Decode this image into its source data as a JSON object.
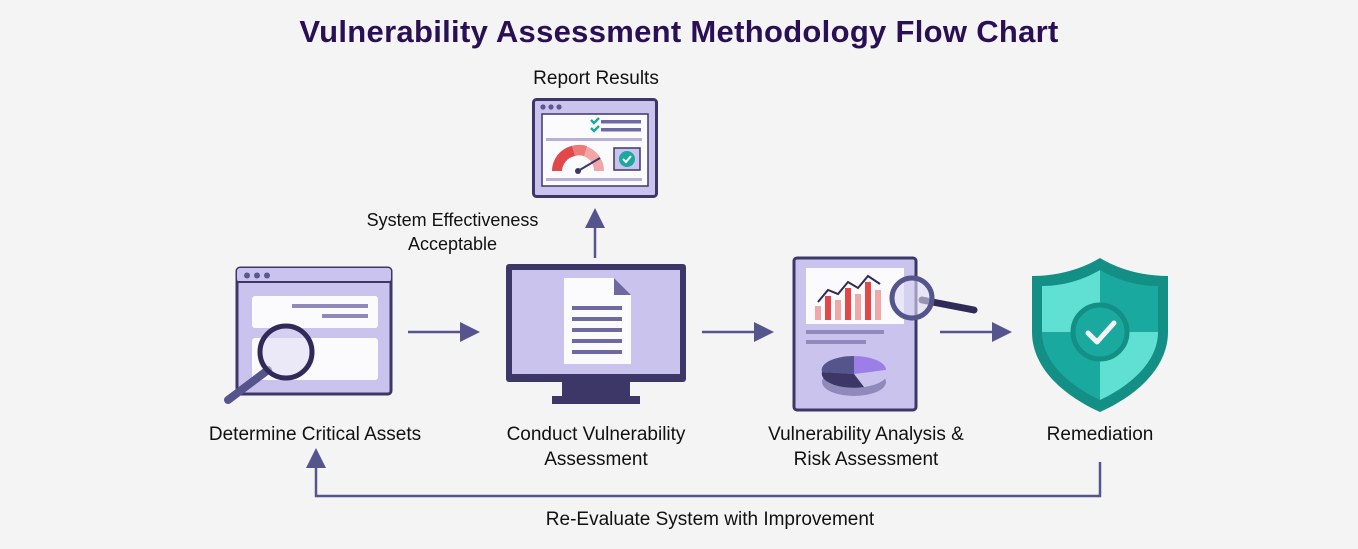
{
  "title": "Vulnerability Assessment Methodology Flow Chart",
  "nodes": {
    "determine": "Determine Critical Assets",
    "conduct_line1": "Conduct Vulnerability",
    "conduct_line2": "Assessment",
    "analysis_line1": "Vulnerability Analysis &",
    "analysis_line2": "Risk Assessment",
    "remediation": "Remediation",
    "report": "Report Results"
  },
  "edge_labels": {
    "acceptable_line1": "System Effectiveness",
    "acceptable_line2": "Acceptable",
    "loop": "Re-Evaluate System with Improvement"
  },
  "colors": {
    "title": "#2a0f55",
    "arrow": "#55548c",
    "purple_dark": "#3d3768",
    "purple_light": "#c9c3ee",
    "teal": "#1aa99f",
    "teal_light": "#5fe0d3",
    "red": "#e2474a"
  },
  "icons": [
    "browser-search-icon",
    "monitor-document-icon",
    "report-analytics-icon",
    "shield-check-icon",
    "report-gauge-icon"
  ]
}
